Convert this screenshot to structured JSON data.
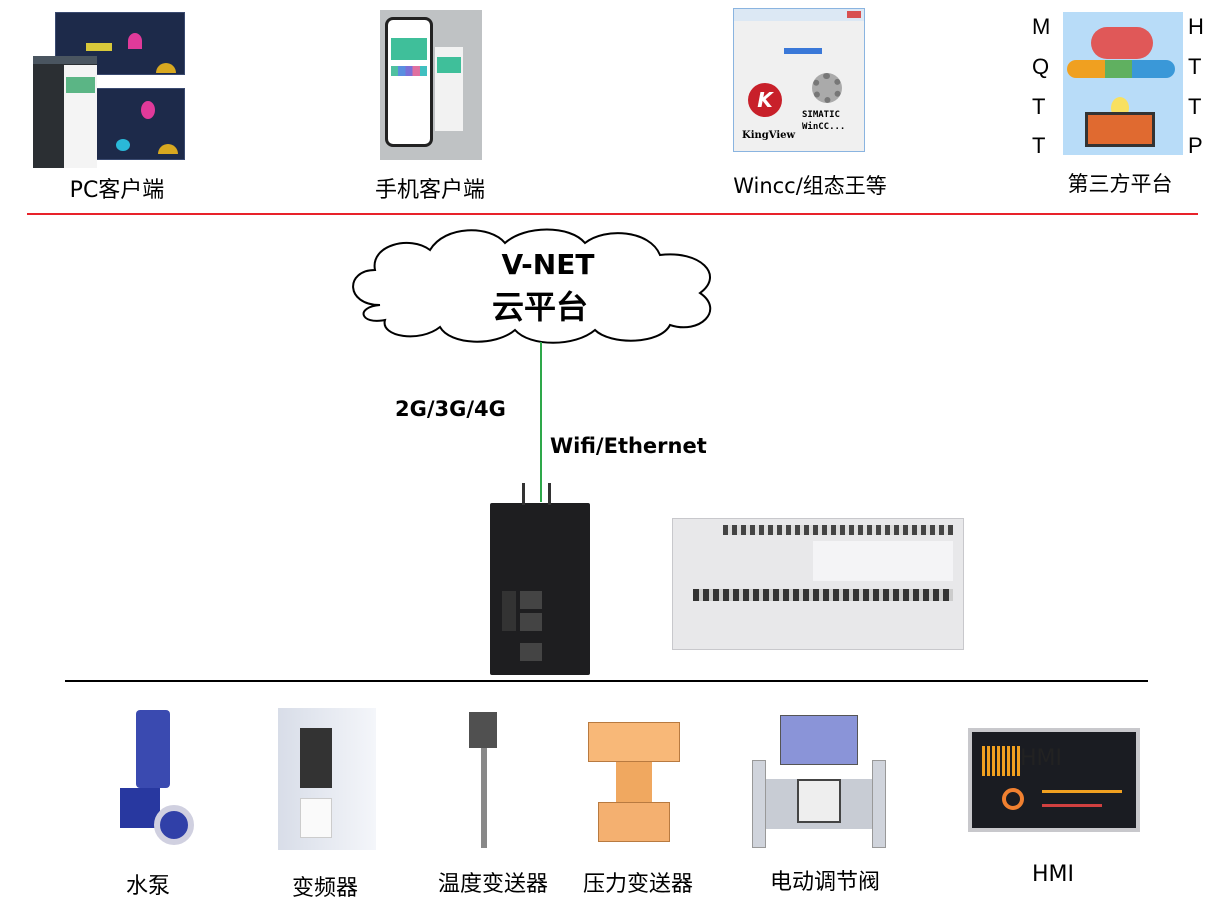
{
  "top": {
    "pc_label": "PC客户端",
    "mobile_label": "手机客户端",
    "scada_label": "Wincc/组态王等",
    "scada_logos": {
      "kingview": "KingView",
      "simatic": "SIMATIC WinCC..."
    },
    "third_party_label": "第三方平台",
    "protocol_left": [
      "M",
      "Q",
      "T",
      "T"
    ],
    "protocol_right": [
      "H",
      "T",
      "T",
      "P"
    ]
  },
  "cloud": {
    "line1": "V-NET",
    "line2": "云平台"
  },
  "links": {
    "cellular": "2G/3G/4G",
    "wired": "Wifi/Ethernet"
  },
  "devices": [
    {
      "label": "水泵"
    },
    {
      "label": "变频器"
    },
    {
      "label": "温度变送器"
    },
    {
      "label": "压力变送器"
    },
    {
      "label": "电动调节阀"
    },
    {
      "label": "HMI"
    }
  ],
  "hmi_overlay": "HMI",
  "colors": {
    "divider_red": "#e8222a",
    "link_green": "#2ea84a",
    "dash_bg": "#1d2a4a"
  }
}
